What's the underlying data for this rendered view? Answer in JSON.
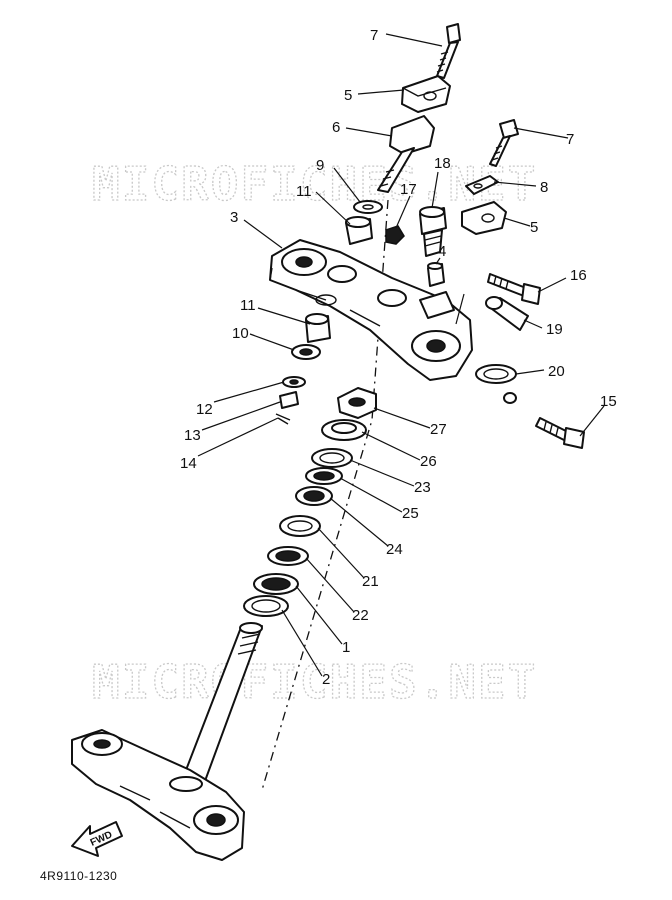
{
  "watermark": {
    "text": "MICROFICHES.NET"
  },
  "diagram_code": "4R9110-1230",
  "fwd_label": "FWD",
  "callouts": {
    "p1": "1",
    "p2": "2",
    "p3": "3",
    "p4": "4",
    "p5a": "5",
    "p5b": "5",
    "p6": "6",
    "p7a": "7",
    "p7b": "7",
    "p8": "8",
    "p9": "9",
    "p10": "10",
    "p11a": "11",
    "p11b": "11",
    "p12": "12",
    "p13": "13",
    "p14": "14",
    "p15": "15",
    "p16": "16",
    "p17": "17",
    "p18": "18",
    "p19": "19",
    "p20": "20",
    "p21": "21",
    "p22": "22",
    "p23": "23",
    "p24": "24",
    "p25": "25",
    "p26": "26",
    "p27": "27"
  }
}
